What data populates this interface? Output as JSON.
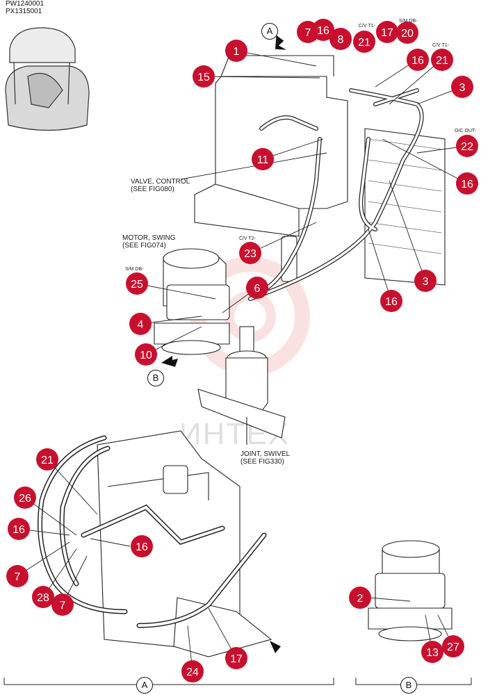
{
  "models": [
    "PW1240001",
    "PX1315001"
  ],
  "watermark": "ИНТЕХ",
  "view_labels": [
    "A",
    "B"
  ],
  "callout_color": "#c8102e",
  "labels": {
    "valve_control": [
      "VALVE, CONTROL",
      "(SEE FIG080)"
    ],
    "motor_swing": [
      "MOTOR, SWING",
      "(SEE FIG074)"
    ],
    "joint_swivel": [
      "JOINT, SWIVEL",
      "(SEE FIG330)"
    ],
    "cv_t2": "C/V T2-",
    "sm_db": "S/M DB-",
    "oc_out": "O/C OUT-",
    "cv_t1_a": "C/V T1-",
    "cv_t1_b": "C/V T1-",
    "sm_db_top": "S/M DB-"
  },
  "callouts": [
    "1",
    "15",
    "7",
    "16",
    "8",
    "21",
    "17",
    "20",
    "16",
    "21",
    "3",
    "22",
    "16",
    "11",
    "23",
    "16",
    "3",
    "25",
    "6",
    "4",
    "10",
    "21",
    "26",
    "16",
    "16",
    "7",
    "28",
    "7",
    "17",
    "24",
    "2",
    "13",
    "27"
  ],
  "sections": [
    "A",
    "B"
  ]
}
